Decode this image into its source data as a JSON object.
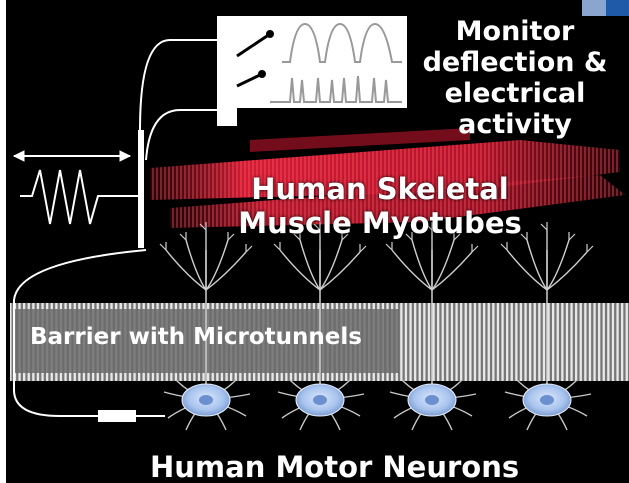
{
  "monitor_label": "Monitor\ndeflection &\nelectrical\nactivity",
  "muscle_label": "Human Skeletal\nMuscle Myotubes",
  "barrier_label": "Barrier with Microtunnels",
  "neurons_label": "Human Motor Neurons",
  "colors": {
    "background": "#000000",
    "muscle": "#c4172e",
    "neuron": "#a9c4ee",
    "barrier": "#8a8a8a",
    "line": "#ffffff",
    "corner_accent": "#1e5aa8"
  }
}
